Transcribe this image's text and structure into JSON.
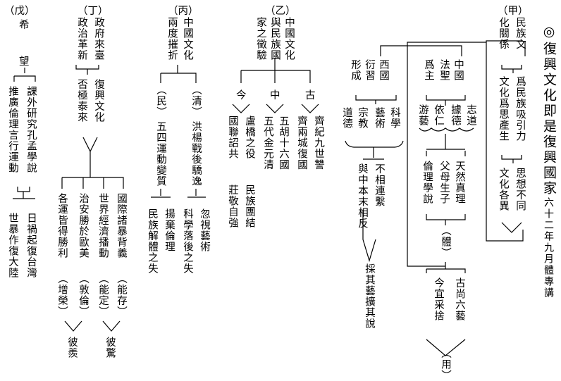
{
  "title": "◎復興文化即是復興國家",
  "date": "六十二年九月體專講",
  "jia": {
    "label": "（甲）",
    "col1": "民族文",
    "col2": "化關係",
    "wei": "爲民族吸引力",
    "sixiang": "思想不同",
    "wenhua_wei": "文化爲思產生",
    "ge_yi": "文化各異"
  },
  "jia_branch": {
    "xiguo": "西國",
    "xisheng": "衍習",
    "xingcheng": "形成",
    "kexue": "科學",
    "yishu": "藝術",
    "zongjiao": "宗教",
    "daode": "道德",
    "zhongguo": "中國",
    "fasheng": "法聖",
    "weizhu": "爲主",
    "zhidao": "志道",
    "jude": "據德",
    "yiren": "依仁",
    "youyi": "游藝",
    "tianran": "天然真理",
    "fumu": "父母生子",
    "lunli": "倫理學說",
    "ti": "（體）",
    "gushang": "古尚六藝",
    "jinyi": "今宜采捨",
    "yong": "（用）",
    "buxiang": "不相連繫",
    "yuzhong": "與中本末相反",
    "caiqi": "採其藝擴其說"
  },
  "yi": {
    "label": "（乙）",
    "col1": "中國文化",
    "col2": "與民族國",
    "col3": "家之徵驗",
    "gu": "古",
    "zhong": "中",
    "jin": "今",
    "qiji": "齊紀九世讐",
    "qiliang": "齊兩城復國",
    "wuhu": "五胡十六國",
    "wudai": "五代金元清",
    "minzu": "民族團結",
    "lugou": "盧橋之役",
    "zhuangjing": "莊敬自強",
    "guolian": "國聯詔共"
  },
  "bing": {
    "label": "（丙）",
    "col1": "中國文化",
    "col2": "兩度摧折",
    "qing": "（清）",
    "min": "（民）",
    "hongyang": "洪楊戰後驕逸",
    "wusi": "五四運動變質",
    "hushi": "忽視藝術",
    "kexue_luo": "科學落後之失",
    "yangqi": "揚棄倫理",
    "minzu_jie": "民族解體之失"
  },
  "ding": {
    "label": "（丁）",
    "col1": "政府來臺",
    "col2": "政治革新",
    "fuxing": "復興文化",
    "pi_ji": "否極泰來",
    "guoji": "國際諸暴背義",
    "shijie": "世界經濟播動",
    "zhian": "治安勝於歐美",
    "geyun": "各運皆得勝利",
    "nengcun": "（能存）",
    "nengding": "（能定）",
    "dunlun": "（敦倫）",
    "zengrong": "（增榮）",
    "bijing": "彼驚",
    "bixian": "彼羨"
  },
  "wu": {
    "label": "（戊）",
    "xi": "希",
    "wang": "望",
    "kewai": "課外研究孔孟學說",
    "tuiguang": "推廣倫理言行運動",
    "rihuo": "日禍起復台灣",
    "shibao": "世暴作復大陸"
  }
}
